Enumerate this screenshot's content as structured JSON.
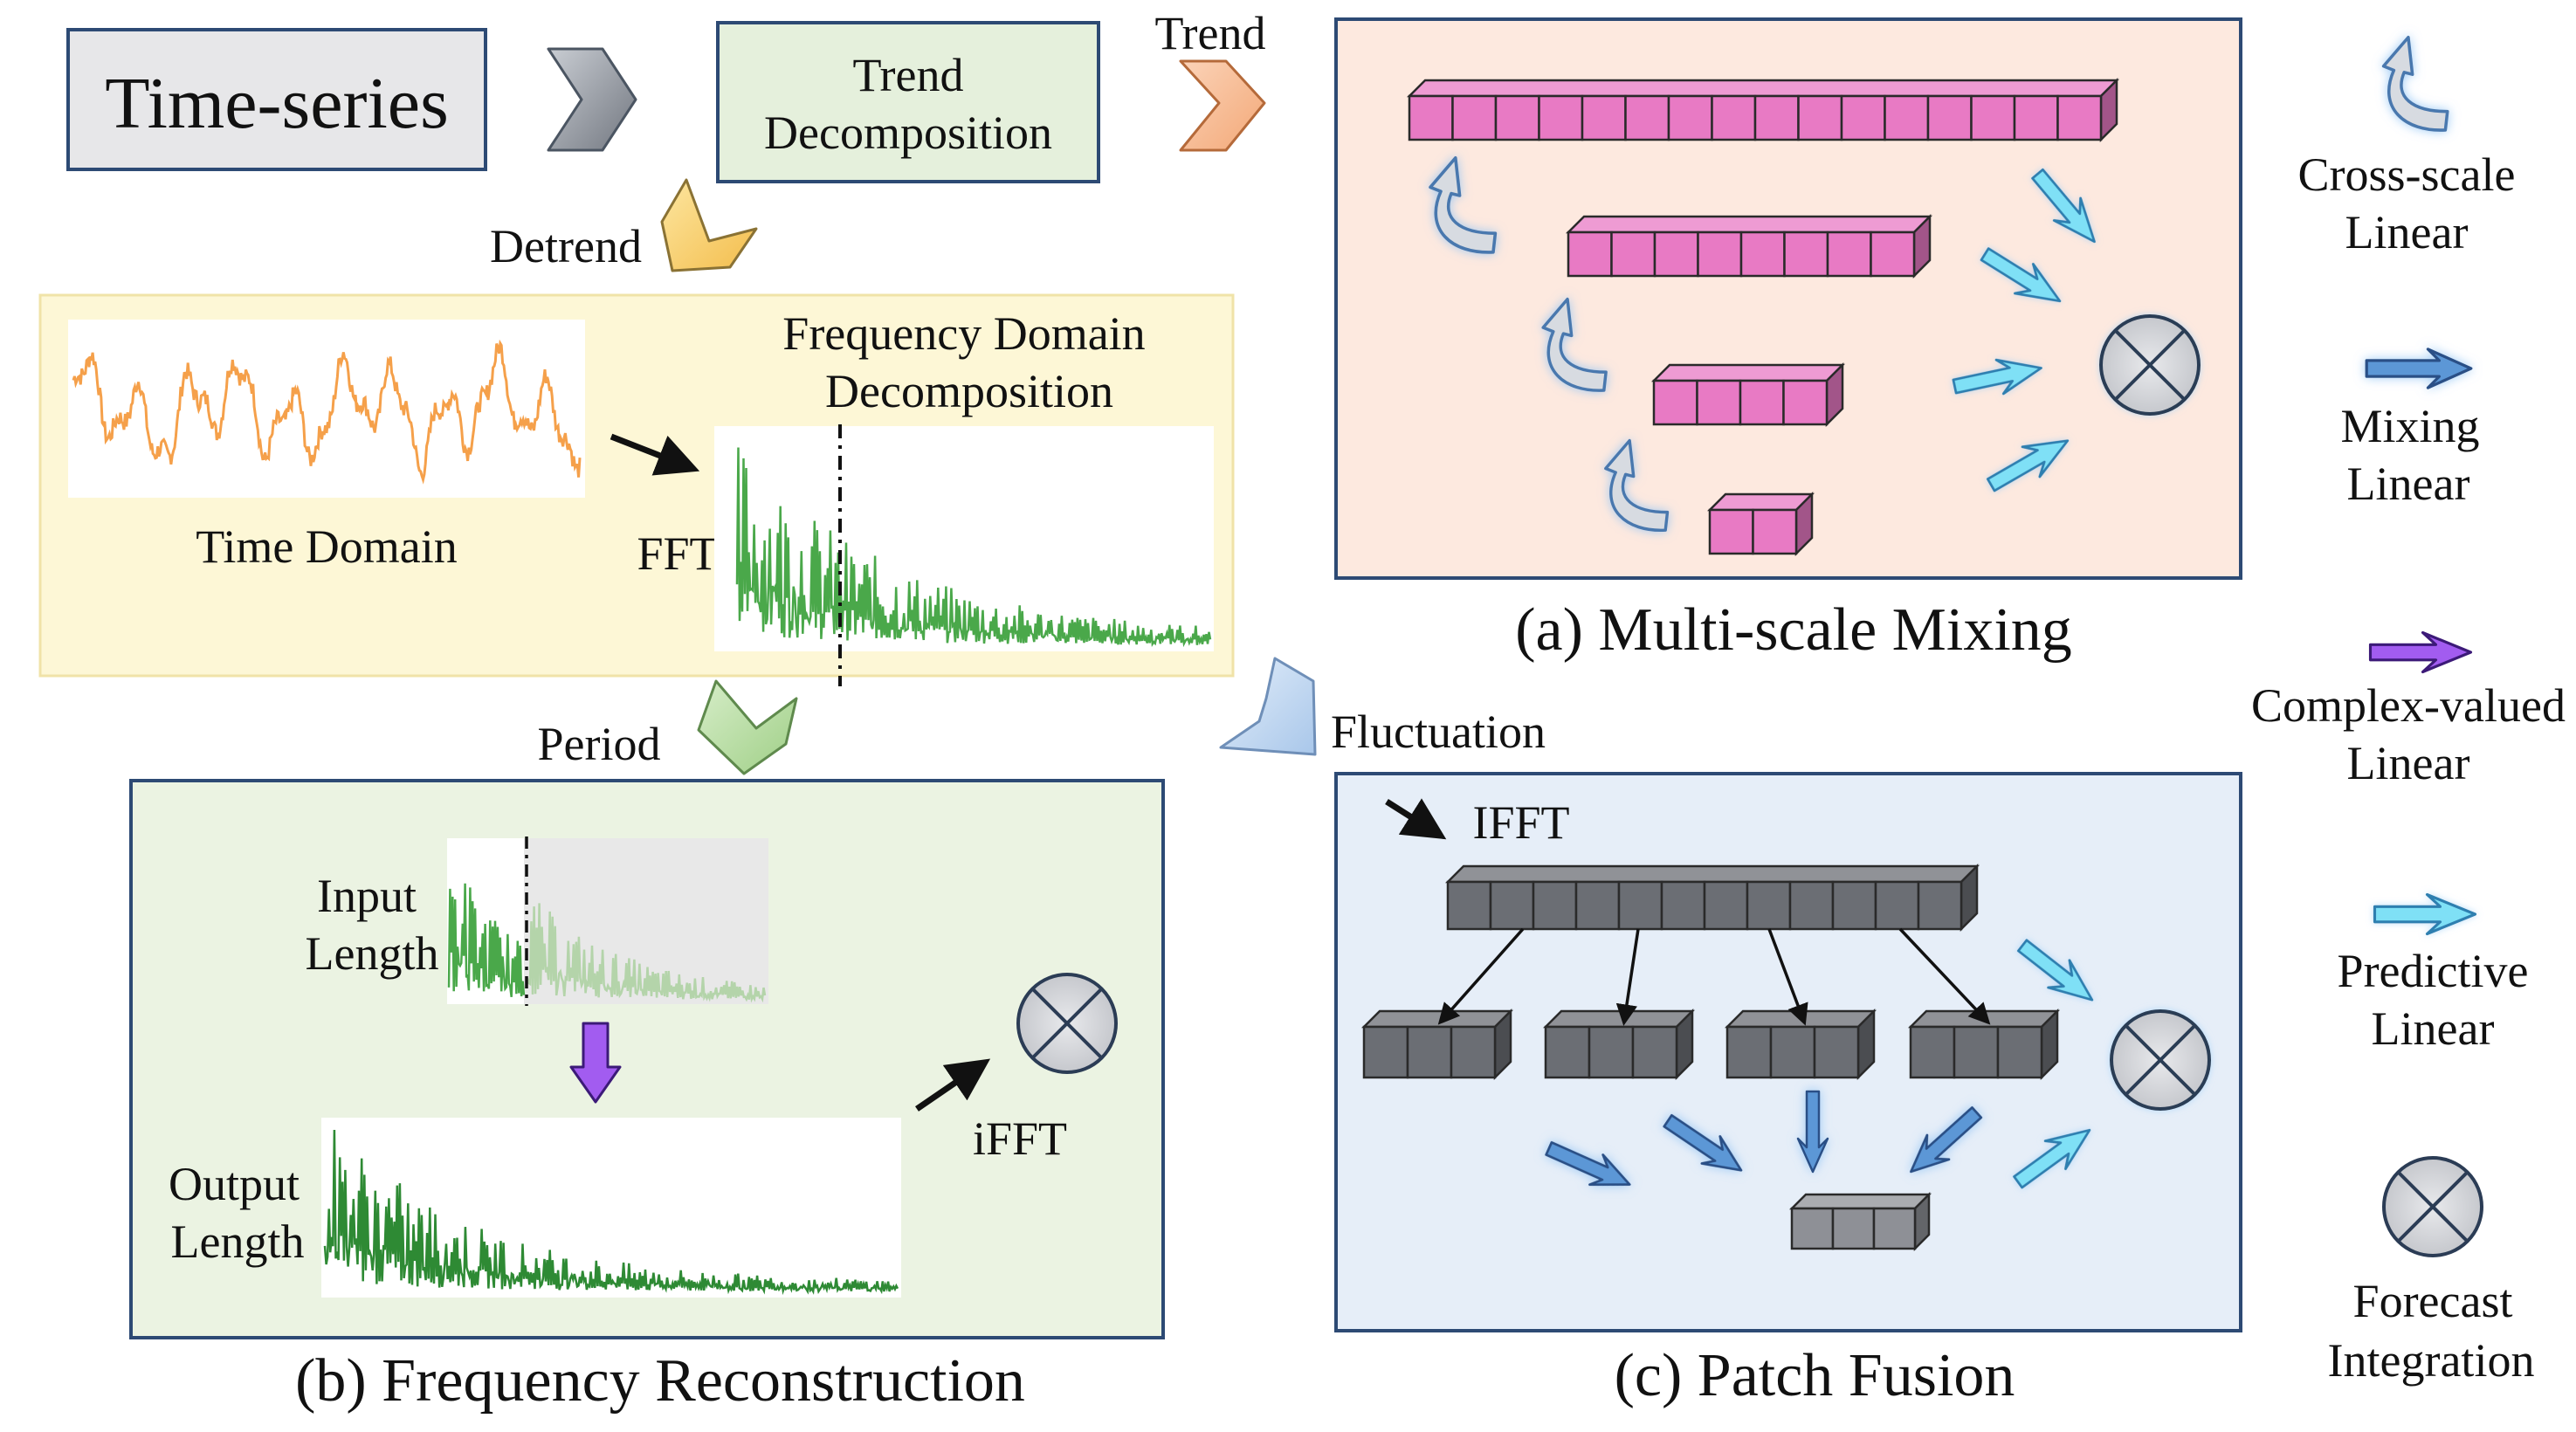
{
  "labels": {
    "time_series": "Time-series",
    "trend_decomposition_1": "Trend",
    "trend_decomposition_2": "Decomposition",
    "trend": "Trend",
    "detrend": "Detrend",
    "freq_domain_1": "Frequency Domain",
    "freq_domain_2": "Decomposition",
    "time_domain": "Time Domain",
    "fft": "FFT",
    "period": "Period",
    "fluctuation": "Fluctuation",
    "input_length_1": "Input",
    "input_length_2": "Length",
    "output_length_1": "Output",
    "output_length_2": "Length",
    "ifft_lower": "iFFT",
    "ifft_upper": "IFFT"
  },
  "captions": {
    "a": "(a) Multi-scale Mixing",
    "b": "(b) Frequency Reconstruction",
    "c": "(c) Patch Fusion"
  },
  "legend": [
    {
      "line1": "Cross-scale",
      "line2": "Linear",
      "icon": "curved-arrow-icon"
    },
    {
      "line1": "Mixing",
      "line2": "Linear",
      "icon": "blue-arrow-icon"
    },
    {
      "line1": "Complex-valued",
      "line2": "Linear",
      "icon": "purple-arrow-icon"
    },
    {
      "line1": "Predictive",
      "line2": "Linear",
      "icon": "cyan-arrow-icon"
    },
    {
      "line1": "Forecast",
      "line2": "Integration",
      "icon": "otimes-icon"
    }
  ],
  "colors": {
    "pink_block": "#e87ac4",
    "gray_block": "#6b6e74",
    "signal_orange": "#f5a04a",
    "spectrum_green": "#4aa84a",
    "panel_a": "#fde9df",
    "panel_b": "#ebf3e2",
    "panel_c": "#e6eef8",
    "freq_panel": "#fdf7d6"
  }
}
